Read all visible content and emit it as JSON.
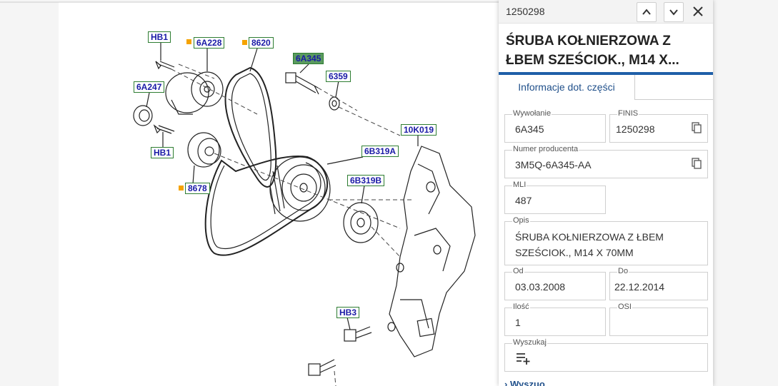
{
  "diagram": {
    "callouts": [
      {
        "label": "HB1"
      },
      {
        "label": "6A228",
        "marker": true
      },
      {
        "label": "8620",
        "marker": true
      },
      {
        "label": "6A345",
        "selected": true
      },
      {
        "label": "6359"
      },
      {
        "label": "6A247"
      },
      {
        "label": "HB1"
      },
      {
        "label": "8678",
        "marker": true
      },
      {
        "label": "10K019"
      },
      {
        "label": "6B319A"
      },
      {
        "label": "6B319B"
      },
      {
        "label": "HB3"
      }
    ]
  },
  "panel": {
    "finis_header": "1250298",
    "title": "ŚRUBA KOŁNIERZOWA Z ŁBEM SZEŚCIOK., M14 X...",
    "tab": "Informacje dot. części",
    "fields": {
      "wywolanie": {
        "label": "Wywołanie",
        "value": "6A345"
      },
      "finis": {
        "label": "FINIS",
        "value": "1250298"
      },
      "numer": {
        "label": "Numer producenta",
        "value": "3M5Q-6A345-AA"
      },
      "mli": {
        "label": "MLI",
        "value": "487"
      },
      "opis": {
        "label": "Opis",
        "value": "ŚRUBA KOŁNIERZOWA Z ŁBEM SZEŚCIOK., M14 X 70MM"
      },
      "od": {
        "label": "Od",
        "value": "03.03.2008"
      },
      "do": {
        "label": "Do",
        "value": "22.12.2014"
      },
      "ilosc": {
        "label": "Ilość",
        "value": "1"
      },
      "osi": {
        "label": "OSI",
        "value": ""
      },
      "wyszukaj": {
        "label": "Wyszukaj"
      }
    },
    "more_link": "Wyszuo"
  },
  "icons": {
    "up": "chevron-up-icon",
    "down": "chevron-down-icon",
    "close": "close-icon",
    "copy": "copy-icon",
    "search_add": "list-add-icon"
  },
  "colors": {
    "accent": "#1f5fa8",
    "callout_border": "#2e7d32",
    "callout_text": "#1a1aa6",
    "marker": "#f5a300"
  }
}
